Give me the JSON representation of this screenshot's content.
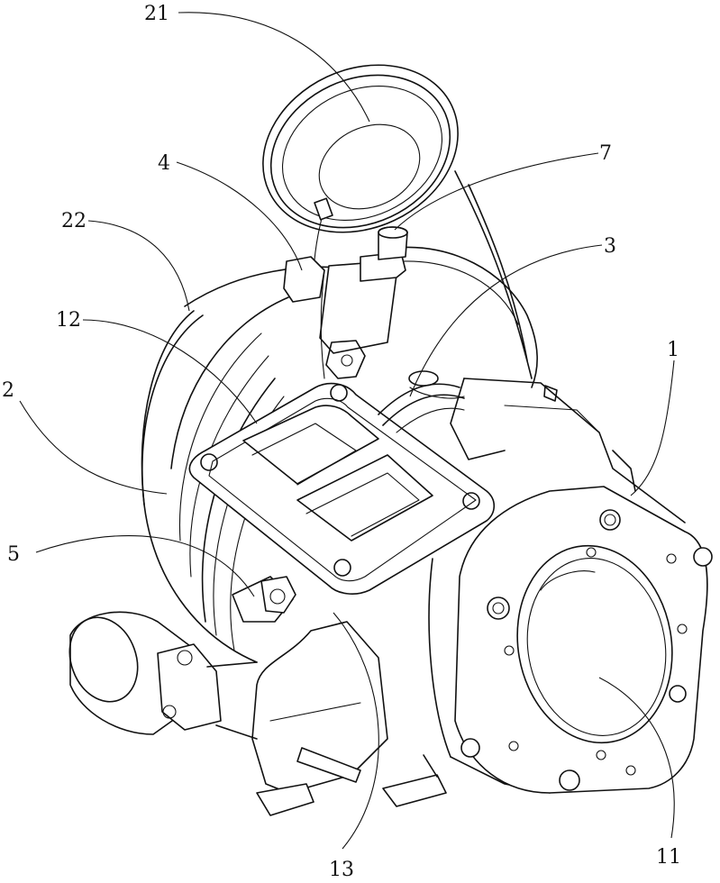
{
  "labels": {
    "l21": "21",
    "l4": "4",
    "l7": "7",
    "l22": "22",
    "l3": "3",
    "l12": "12",
    "l1": "1",
    "l2": "2",
    "l5": "5",
    "l13": "13",
    "l11": "11"
  }
}
